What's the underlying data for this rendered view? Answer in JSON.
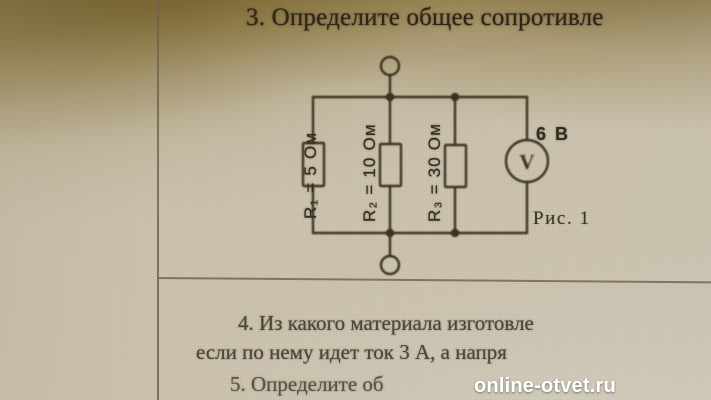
{
  "page": {
    "medium": "photographed textbook page",
    "paper_color": "#cdc4b0",
    "shadow_color": "#6e581e",
    "ink_color": "#3a3226"
  },
  "questions": {
    "q3": "3. Определите общее сопротивле",
    "q4_line1": "4. Из какого материала изготовле",
    "q4_line2": "если по нему идет ток 3 А, а напря",
    "q5": "5. Определите об"
  },
  "figure": {
    "caption": "Рис. 1",
    "resistors": [
      {
        "id": "R1",
        "name": "R",
        "index": "1",
        "label": "R₁ = 5 Ом",
        "value": "5",
        "unit": "Ом"
      },
      {
        "id": "R2",
        "name": "R",
        "index": "2",
        "label": "R₂ = 10 Ом",
        "value": "10",
        "unit": "Ом"
      },
      {
        "id": "R3",
        "name": "R",
        "index": "3",
        "label": "R₃ = 30 Ом",
        "value": "30",
        "unit": "Ом"
      }
    ],
    "meter": {
      "symbol": "V",
      "type": "voltmeter",
      "reading": "6 В",
      "value": "6",
      "unit": "В"
    },
    "terminals": [
      {
        "position": "top",
        "label": ""
      },
      {
        "position": "bottom",
        "label": ""
      }
    ]
  },
  "rules": {
    "vertical_left": "page margin rule",
    "horizontal_divider": "section divider rule"
  },
  "watermark": {
    "text": "online-otvet.ru",
    "color": "#ffffff"
  }
}
